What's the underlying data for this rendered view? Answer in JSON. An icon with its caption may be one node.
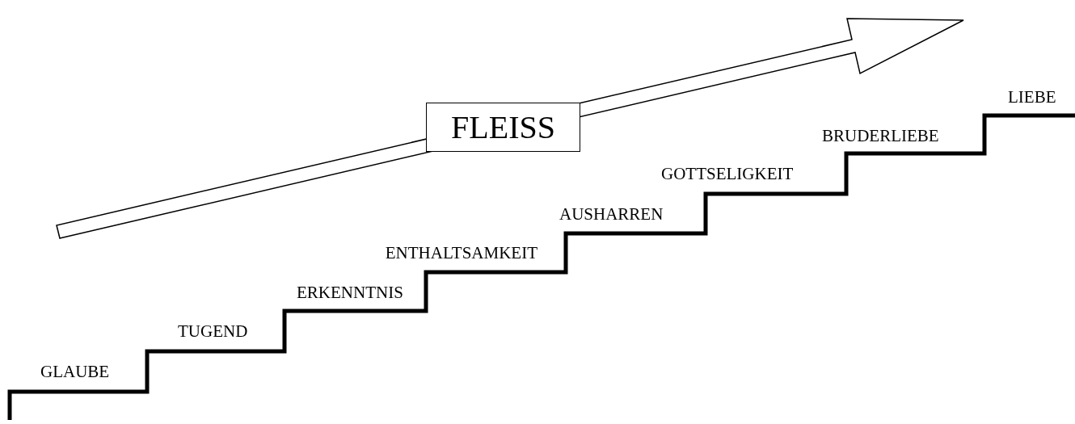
{
  "diagram": {
    "nodes": [
      {
        "text": [
          "FLEISS"
        ]
      }
    ],
    "labels": [
      "LIEBE",
      "BRUDERLIEBE",
      "GOTTSELIGKEIT",
      "AUSHARREN",
      "ENTHALTSAMKEIT",
      "ERKENNTNIS",
      "TUGEND",
      "GLAUBE"
    ]
  }
}
